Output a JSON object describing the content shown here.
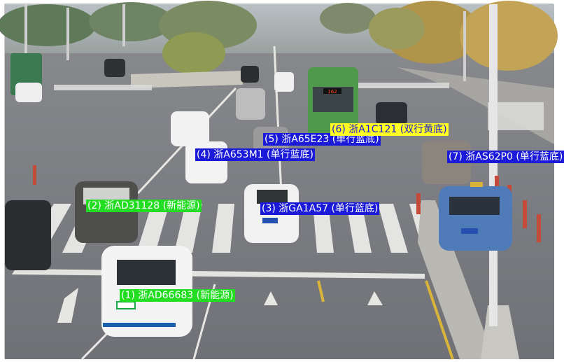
{
  "detections": [
    {
      "label": "(1) 浙AD66683 (新能源)",
      "color": "green"
    },
    {
      "label": "(2) 浙AD31128 (新能源)",
      "color": "green"
    },
    {
      "label": "(3) 浙GA1A57 (单行蓝底)",
      "color": "blue"
    },
    {
      "label": "(4) 浙A653M1 (单行蓝底)",
      "color": "blue"
    },
    {
      "label": "(5) 浙A65E23 (单行蓝底)",
      "color": "blue"
    },
    {
      "label": "(6) 浙A1C121 (双行黄底)",
      "color": "yellow"
    },
    {
      "label": "(7) 浙AS62P0 (单行蓝底)",
      "color": "blue"
    }
  ],
  "bus_sign": "162",
  "colors": {
    "green": "#22dd22",
    "blue": "#1a1ad8",
    "yellow": "#ffff22"
  }
}
